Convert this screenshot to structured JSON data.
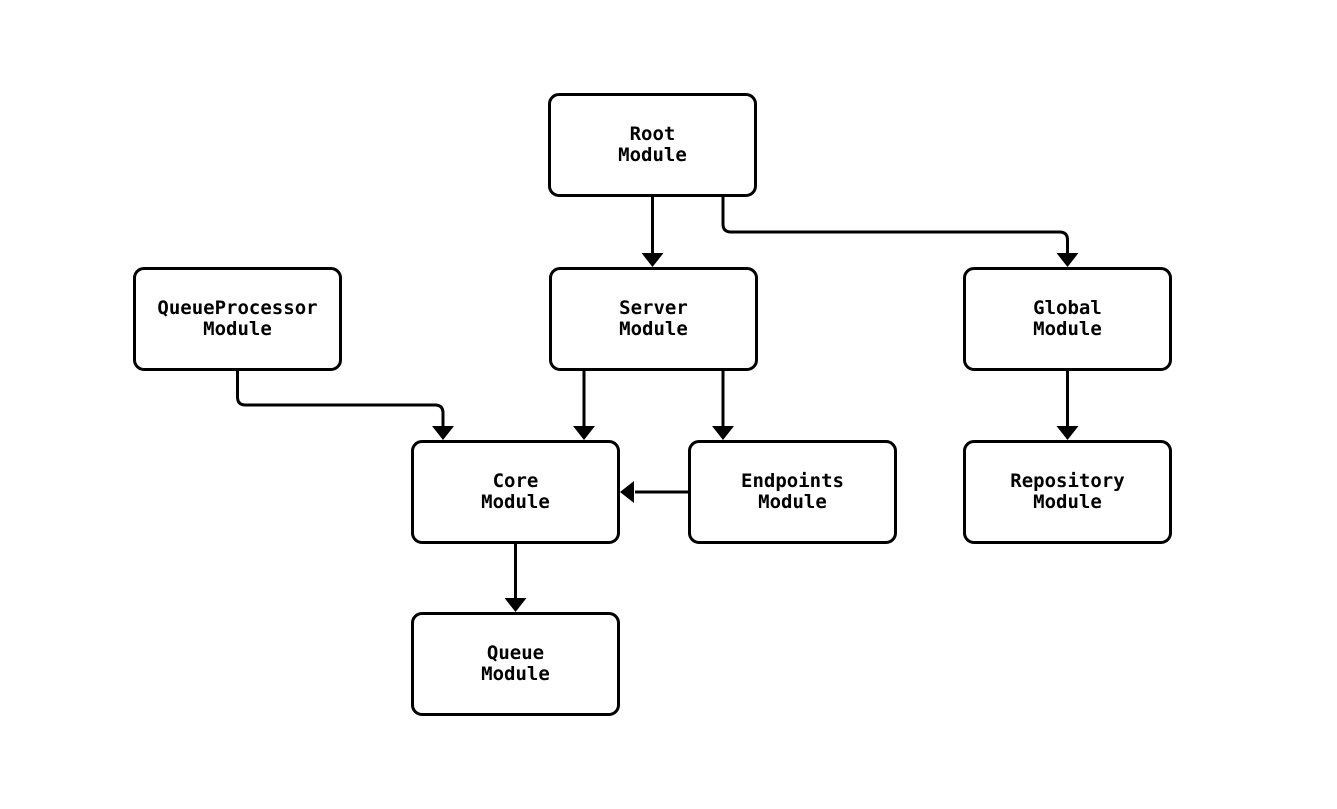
{
  "diagram": {
    "type": "flowchart",
    "direction": "top-down",
    "background_color": "#ffffff",
    "node_fill_color": "#ffffff",
    "node_border_color": "#000000",
    "edge_color": "#000000",
    "text_color": "#000000",
    "nodes": [
      {
        "id": "root",
        "label": "Root\nModule"
      },
      {
        "id": "queueprocessor",
        "label": "QueueProcessor\nModule"
      },
      {
        "id": "server",
        "label": "Server\nModule"
      },
      {
        "id": "global",
        "label": "Global\nModule"
      },
      {
        "id": "core",
        "label": "Core\nModule"
      },
      {
        "id": "endpoints",
        "label": "Endpoints\nModule"
      },
      {
        "id": "repository",
        "label": "Repository\nModule"
      },
      {
        "id": "queue",
        "label": "Queue\nModule"
      }
    ],
    "edges": [
      {
        "from": "Root Module",
        "to": "Server Module"
      },
      {
        "from": "Root Module",
        "to": "Global Module"
      },
      {
        "from": "QueueProcessor Module",
        "to": "Core Module"
      },
      {
        "from": "Server Module",
        "to": "Core Module"
      },
      {
        "from": "Server Module",
        "to": "Endpoints Module"
      },
      {
        "from": "Endpoints Module",
        "to": "Core Module"
      },
      {
        "from": "Global Module",
        "to": "Repository Module"
      },
      {
        "from": "Core Module",
        "to": "Queue Module"
      }
    ]
  }
}
